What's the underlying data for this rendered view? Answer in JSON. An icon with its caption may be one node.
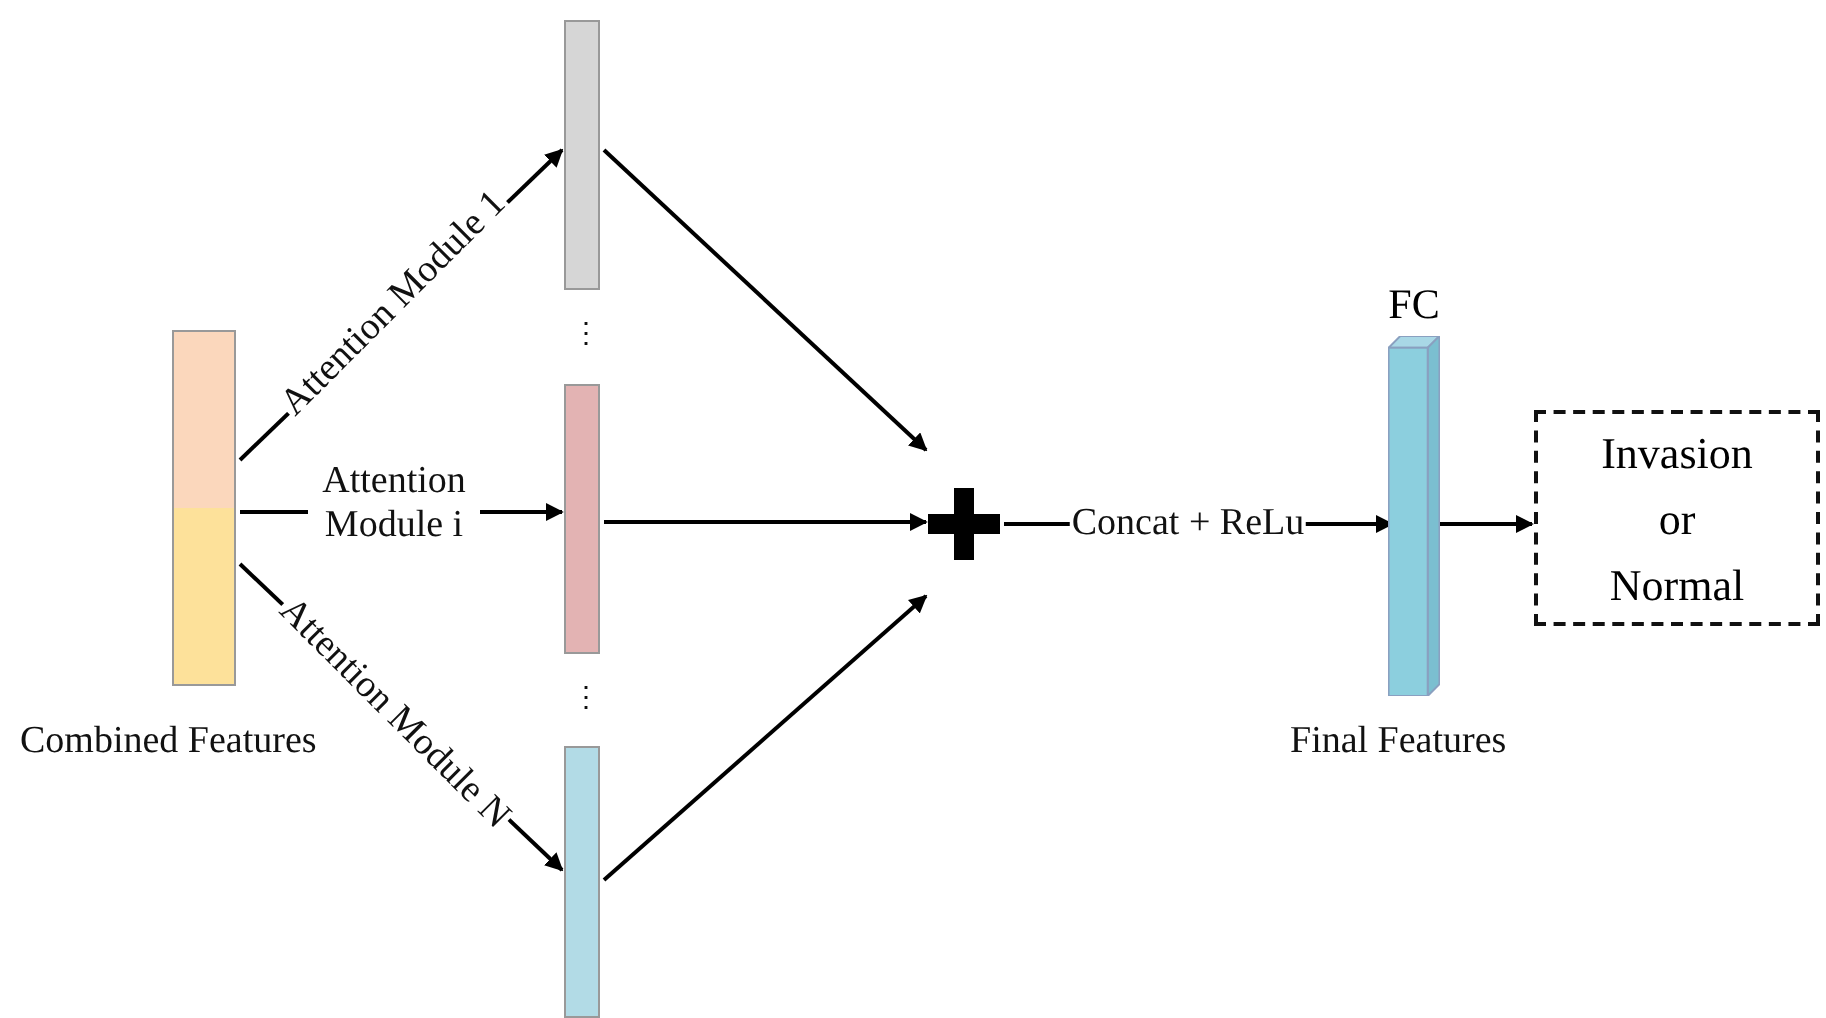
{
  "diagram": {
    "nodes": [
      {
        "text": [],
        "shape": "bar",
        "beside": [
          "Combined Features"
        ]
      },
      {
        "text": [],
        "shape": "bar"
      },
      {
        "text": [],
        "shape": "bar"
      },
      {
        "text": [],
        "shape": "bar"
      },
      {
        "text": [],
        "shape": "plus"
      },
      {
        "text": [
          "FC"
        ],
        "beside": [
          "Final Features"
        ]
      },
      {
        "text": [
          "Invasion or Normal"
        ]
      }
    ],
    "edges": [
      {
        "from": 0,
        "to": 1,
        "arrow": "to",
        "label": "Attention Module 1"
      },
      {
        "from": 0,
        "to": 2,
        "arrow": "to",
        "label": "Attention Module i"
      },
      {
        "from": 0,
        "to": 3,
        "arrow": "to",
        "label": "Attention Module N"
      },
      {
        "from": 1,
        "to": 4,
        "arrow": "to"
      },
      {
        "from": 2,
        "to": 4,
        "arrow": "to"
      },
      {
        "from": 3,
        "to": 4,
        "arrow": "to"
      },
      {
        "from": 4,
        "to": 5,
        "arrow": "to",
        "label": "Concat + ReLu"
      },
      {
        "from": 5,
        "to": 6,
        "arrow": "to"
      }
    ],
    "labels": [
      "⋮",
      "⋮"
    ]
  }
}
